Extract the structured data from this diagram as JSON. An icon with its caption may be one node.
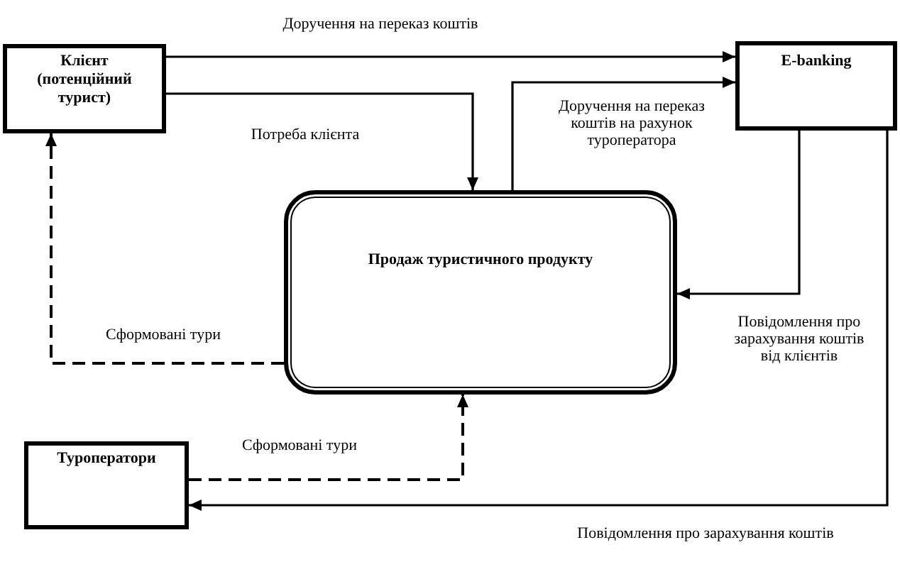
{
  "diagram": {
    "nodes": [
      {
        "text": [
          "Клієнт (потенційний турист)"
        ]
      },
      {
        "text": [
          "E-banking"
        ]
      },
      {
        "text": [
          "Продаж туристичного продукту"
        ]
      },
      {
        "text": [
          "Туроператори"
        ]
      }
    ],
    "edges": [
      {
        "from": 0,
        "to": 1,
        "arrow": "to",
        "label": "Доручення на переказ коштів"
      },
      {
        "from": 0,
        "to": 2,
        "arrow": "to",
        "label": "Потреба клієнта"
      },
      {
        "from": 2,
        "to": 1,
        "arrow": "to",
        "label": "Доручення на переказ коштів на рахунок туроператора"
      },
      {
        "from": 1,
        "to": 2,
        "arrow": "to",
        "label": "Повідомлення про зарахування коштів від клієнтів"
      },
      {
        "from": 1,
        "to": 3,
        "arrow": "to",
        "label": "Повідомлення про зарахування коштів"
      },
      {
        "from": 2,
        "to": 0,
        "arrow": "to",
        "label": "Сформовані тури",
        "style": "dashed"
      },
      {
        "from": 3,
        "to": 2,
        "arrow": "to",
        "label": "Сформовані тури",
        "style": "dashed"
      }
    ]
  }
}
